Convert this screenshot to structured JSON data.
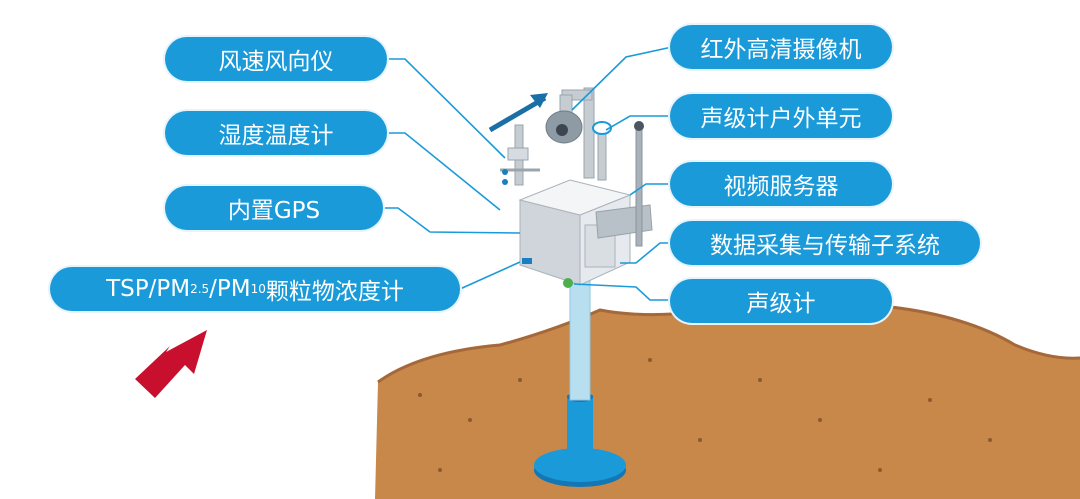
{
  "labels": {
    "wind": "风速风向仪",
    "humidity": "湿度温度计",
    "gps": "内置GPS",
    "dust": {
      "part1": "TSP/PM",
      "sub1": "2.5",
      "part2": "/PM",
      "sub2": "10",
      "part3": "颗粒物浓度计"
    },
    "camera": "红外高清摄像机",
    "sound_outdoor": "声级计户外单元",
    "video_server": "视频服务器",
    "data_system": "数据采集与传输子系统",
    "sound_meter": "声级计"
  },
  "colors": {
    "pill": "#1a9ad9",
    "arrow": "#c8102e",
    "ground": "#c8884a",
    "pole": "#b8dff0",
    "base": "#1a9ad9"
  }
}
